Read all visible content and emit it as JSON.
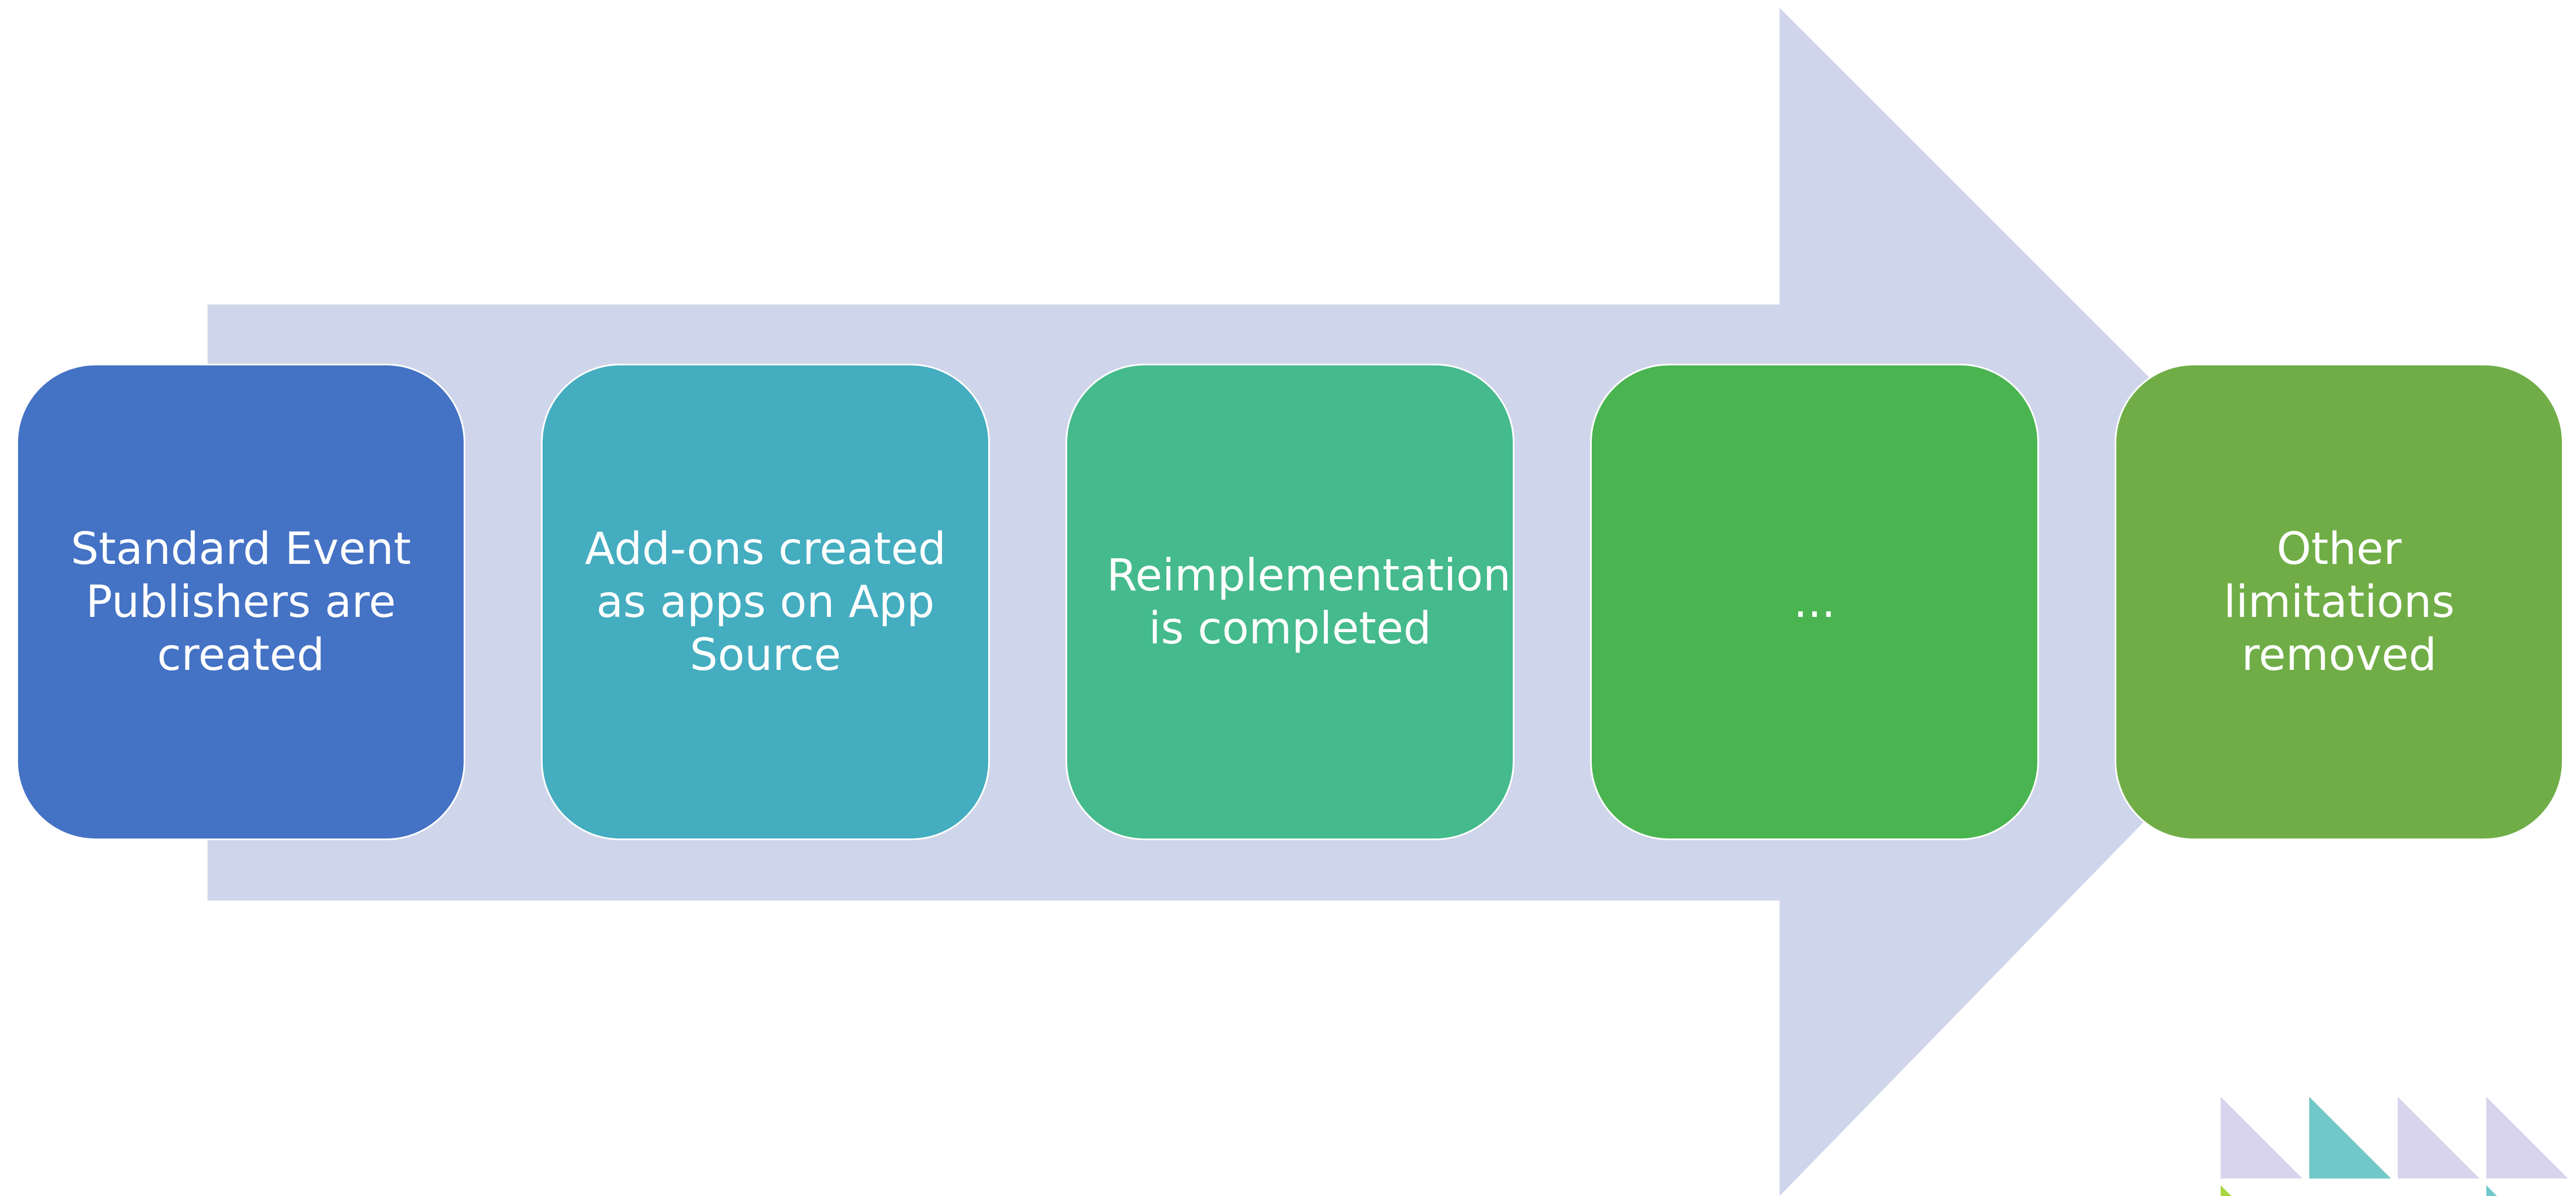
{
  "diagram": {
    "type": "process-arrow",
    "arrow_color": "#cfd5ea",
    "steps": [
      {
        "label": "Standard Event Publishers are created",
        "color": "#4472c4"
      },
      {
        "label": "Add-ons created as apps on App Source",
        "color": "#44adc0"
      },
      {
        "label": "Reimplementation is completed",
        "color": "#45ba8c"
      },
      {
        "label": "...",
        "color": "#4ab451"
      },
      {
        "label": "Other limitations removed",
        "color": "#70ad47"
      }
    ]
  },
  "decoration": {
    "triangle_colors": [
      "#d9d4ee",
      "#72c8c9",
      "#d9d4ee",
      "#d9d4ee",
      "#a9d63f",
      "#72c8c9"
    ]
  }
}
